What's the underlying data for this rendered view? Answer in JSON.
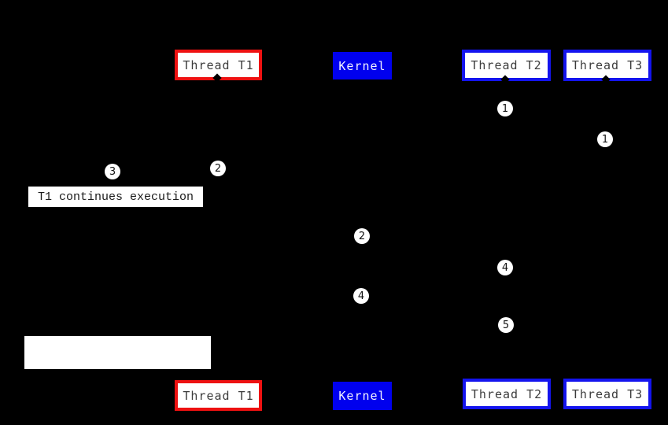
{
  "diagram": {
    "description": "Thread scheduling sequence diagram with two timeline rows of entity boxes, numbered step markers, and one annotation label",
    "top_row": {
      "thread_t1": "Thread T1",
      "kernel": "Kernel",
      "thread_t2": "Thread T2",
      "thread_t3": "Thread T3"
    },
    "bottom_row": {
      "thread_t1": "Thread T1",
      "kernel": "Kernel",
      "thread_t2": "Thread T2",
      "thread_t3": "Thread T3"
    },
    "annotation_label": "T1 continues execution",
    "markers": [
      {
        "n": "1"
      },
      {
        "n": "1"
      },
      {
        "n": "2"
      },
      {
        "n": "3"
      },
      {
        "n": "2"
      },
      {
        "n": "4"
      },
      {
        "n": "4"
      },
      {
        "n": "5"
      }
    ],
    "colors": {
      "background": "#000000",
      "thread_t1_border": "#ee1111",
      "thread_t2_t3_border": "#1414ee",
      "kernel_fill": "#0000ee",
      "box_fill": "#ffffff",
      "box_text": "#3c3c3c",
      "marker_fill": "#ffffff",
      "marker_text": "#111111"
    }
  }
}
